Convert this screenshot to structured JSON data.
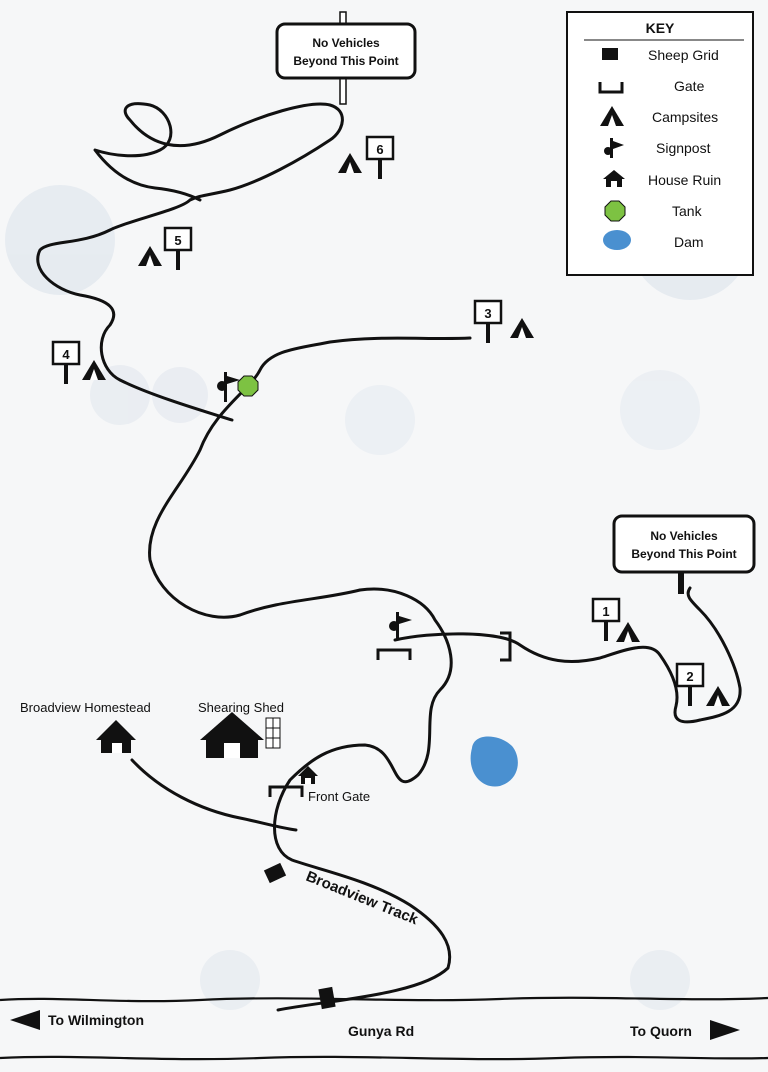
{
  "map": {
    "key": {
      "title": "KEY",
      "items": [
        {
          "label": "Sheep Grid",
          "icon": "sheep-grid-icon"
        },
        {
          "label": "Gate",
          "icon": "gate-icon"
        },
        {
          "label": "Campsites",
          "icon": "campsite-icon"
        },
        {
          "label": "Signpost",
          "icon": "signpost-icon"
        },
        {
          "label": "House Ruin",
          "icon": "house-ruin-icon"
        },
        {
          "label": "Tank",
          "icon": "tank-icon"
        },
        {
          "label": "Dam",
          "icon": "dam-icon"
        }
      ]
    },
    "signs": {
      "top_line1": "No Vehicles",
      "top_line2": "Beyond This Point",
      "right_line1": "No Vehicles",
      "right_line2": "Beyond This Point"
    },
    "campsites": [
      "1",
      "2",
      "3",
      "4",
      "5",
      "6"
    ],
    "places": {
      "homestead": "Broadview Homestead",
      "shearing_shed": "Shearing Shed",
      "front_gate": "Front Gate"
    },
    "roads": {
      "track": "Broadview Track",
      "main_road": "Gunya Rd",
      "to_west": "To Wilmington",
      "to_east": "To Quorn"
    },
    "colors": {
      "tank": "#7dc242",
      "dam": "#4a90d0",
      "ink": "#111111"
    }
  }
}
